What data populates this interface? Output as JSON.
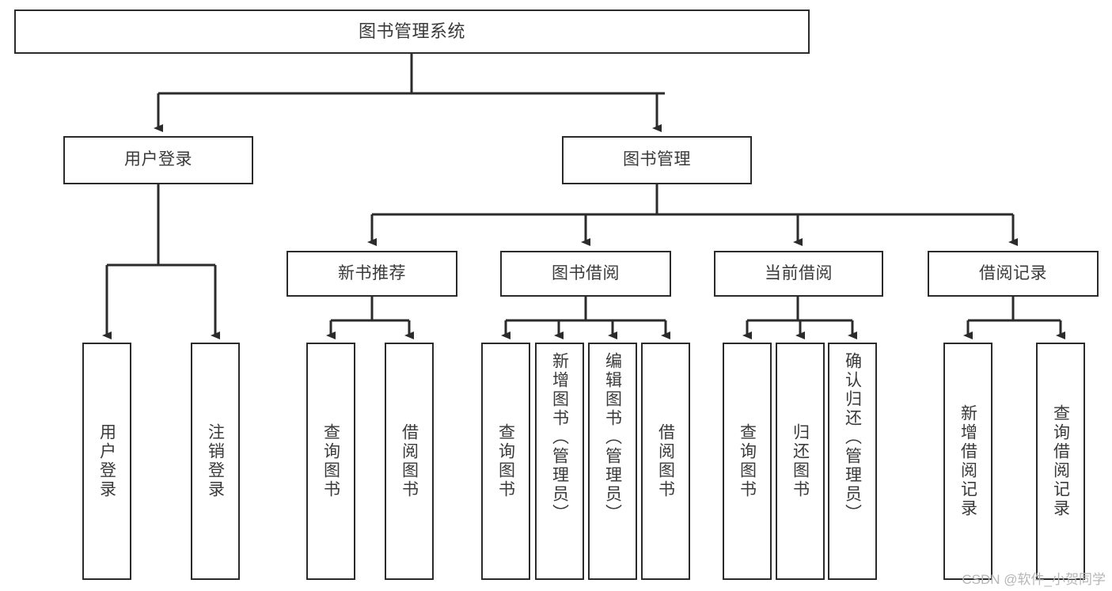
{
  "diagram": {
    "title": "图书管理系统",
    "type": "tree",
    "watermark": "CSDN @软件_小贺同学",
    "colors": {
      "box_border": "#2b2b2b",
      "box_fill": "#ffffff",
      "text": "#3a3a3a",
      "edge": "#2b2b2b",
      "watermark": "#b6b6b6"
    },
    "nodes": {
      "root": {
        "label": "图书管理系统"
      },
      "level2": [
        {
          "label": "用户登录"
        },
        {
          "label": "图书管理"
        }
      ],
      "level3": [
        {
          "label": "新书推荐"
        },
        {
          "label": "图书借阅"
        },
        {
          "label": "当前借阅"
        },
        {
          "label": "借阅记录"
        }
      ],
      "leaves_user_login": [
        {
          "label": "用户登录"
        },
        {
          "label": "注销登录"
        }
      ],
      "leaves_new_books": [
        {
          "label": "查询图书"
        },
        {
          "label": "借阅图书"
        }
      ],
      "leaves_borrow": [
        {
          "label": "查询图书"
        },
        {
          "label": "新增图书（管理员）"
        },
        {
          "label": "编辑图书（管理员）"
        },
        {
          "label": "借阅图书"
        }
      ],
      "leaves_current": [
        {
          "label": "查询图书"
        },
        {
          "label": "归还图书"
        },
        {
          "label": "确认归还（管理员）"
        }
      ],
      "leaves_records": [
        {
          "label": "新增借阅记录"
        },
        {
          "label": "查询借阅记录"
        }
      ]
    }
  }
}
